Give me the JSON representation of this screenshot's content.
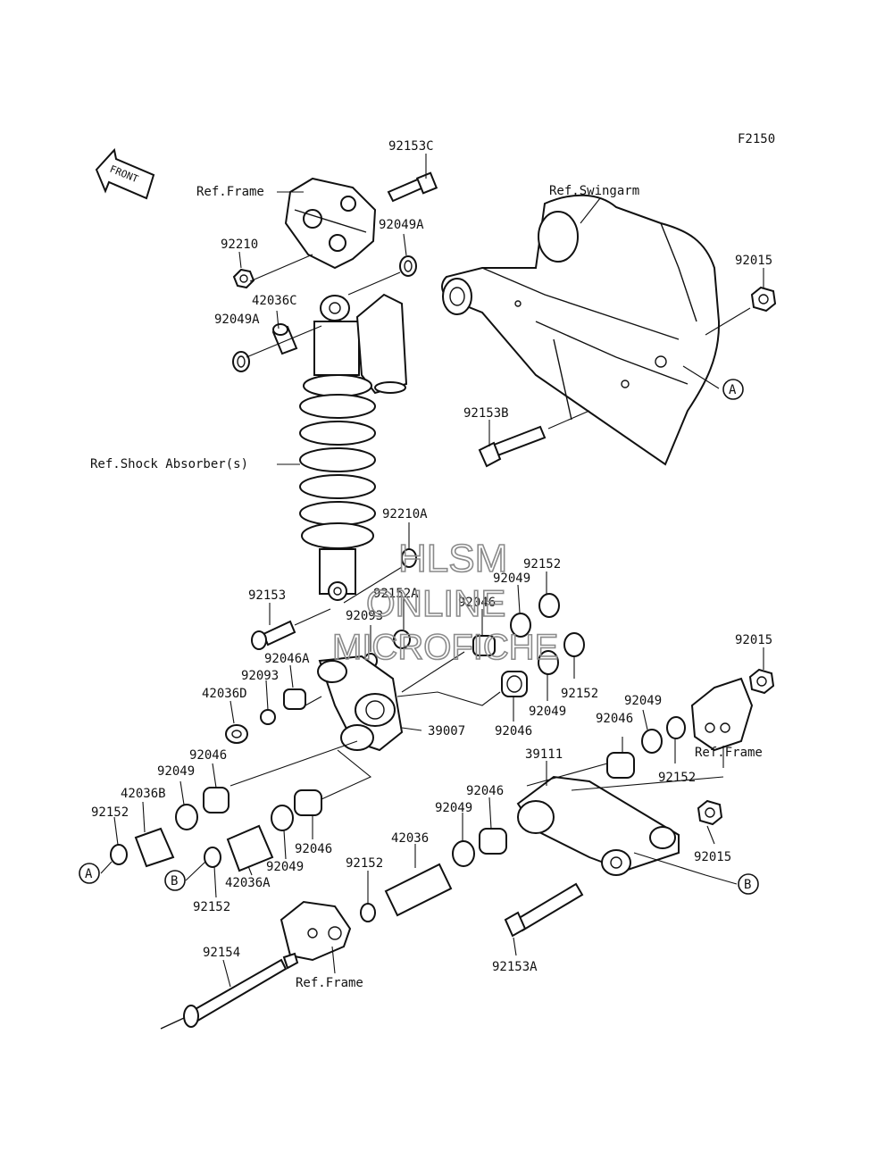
{
  "figure_code": "F2150",
  "front_arrow": {
    "label": "FRONT"
  },
  "watermark": {
    "line1": "HLSM",
    "line2": "ONLINE",
    "line3": "MICROFICHE"
  },
  "labels": {
    "p92153C": "92153C",
    "refFrameTop": "Ref.Frame",
    "p92210": "92210",
    "p92049A_1": "92049A",
    "p42036C": "42036C",
    "p92049A_2": "92049A",
    "refSwingarm": "Ref.Swingarm",
    "p92015_1": "92015",
    "p92153B": "92153B",
    "refShock": "Ref.Shock Absorber(s)",
    "p92210A": "92210A",
    "p92152_1": "92152",
    "p92049_1": "92049",
    "p92153": "92153",
    "p92152A": "92152A",
    "p92046_1": "92046",
    "p92093_1": "92093",
    "p92046A": "92046A",
    "p92093_2": "92093",
    "p42036D": "42036D",
    "p92152_2": "92152",
    "p92049_2": "92049",
    "p92046_2": "92046",
    "p92015_2": "92015",
    "p92049_3": "92049",
    "p92046_3": "92046",
    "refFrameRight": "Ref.Frame",
    "p92152_3": "92152",
    "p39007": "39007",
    "p92046_4": "92046",
    "p92049_4": "92049",
    "p42036B": "42036B",
    "p92152_4": "92152",
    "p39111": "39111",
    "p92046_5": "92046",
    "p92049_5": "92049",
    "p92046_6": "92046",
    "p92049_6": "92049",
    "p42036A": "42036A",
    "p42036": "42036",
    "p92152_5": "92152",
    "p92015_3": "92015",
    "p92152_6": "92152",
    "p92153A": "92153A",
    "p92154": "92154",
    "refFrameBottom": "Ref.Frame"
  },
  "callouts": {
    "a1": "A",
    "a2": "A",
    "b1": "B",
    "b2": "B"
  }
}
